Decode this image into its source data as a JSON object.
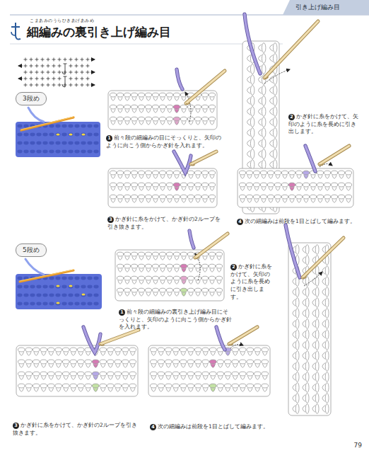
{
  "diagram": {
    "title": "細編みの裏引き上げ編み目",
    "nodes": [
      {
        "text": [
          "引き上げ編み目"
        ]
      },
      {
        "text": [
          "3段め"
        ]
      },
      {
        "text": [
          "5段め"
        ]
      }
    ],
    "labels": [
      "こまあみのうらひきあげあみめ",
      "1",
      "前々段の細編みの目にそっくりと、矢印のように向こう側からかぎ針を入れます。",
      "2",
      "かぎ針に糸をかけて、矢印のように糸を長めに引き出します。",
      "3",
      "かぎ針に糸をかけて、かぎ針の2ループを引き抜きます。",
      "4",
      "次の細編みは前段を1目とばして編みます。",
      "1",
      "前々段の細編みの裏引き上げ編み目にそっくりと、矢印のように向こう側からかぎ針を入れます。",
      "2",
      "かぎ針に糸をかけて、矢印のように糸を長めに引き出します。",
      "3",
      "かぎ針に糸をかけて、かぎ針の2ループを引き抜きます。",
      "4",
      "次の細編みは前段を1目とばして編みます。",
      "79"
    ]
  }
}
